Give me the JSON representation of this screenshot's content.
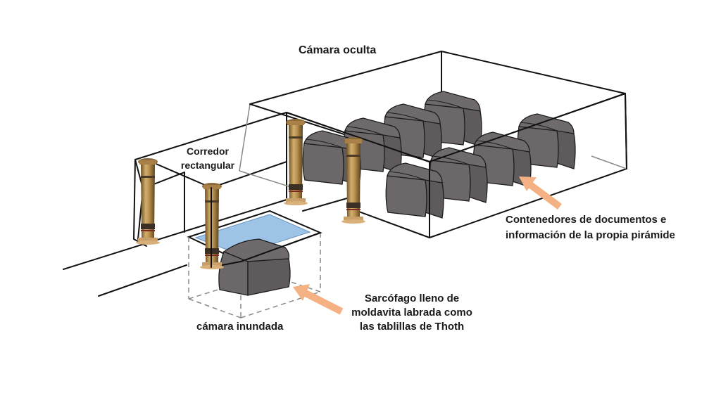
{
  "diagram": {
    "title": "Cámara oculta",
    "labels": {
      "hidden_chamber": "Cámara oculta",
      "corridor_line1": "Corredor",
      "corridor_line2": "rectangular",
      "flooded_chamber": "cámara inundada",
      "sarcophagus_line1": "Sarcófago lleno de",
      "sarcophagus_line2": "moldavita labrada como",
      "sarcophagus_line3": "las tablillas de Thoth",
      "containers_line1": "Contenedores de documentos e",
      "containers_line2": "información de la propia pirámide"
    },
    "elements": {
      "column_count": 4,
      "container_count": 9,
      "icons": [
        "egyptian-column-icon",
        "stone-container-icon",
        "arrow-icon",
        "water-pool-icon"
      ]
    },
    "colors": {
      "arrow": "#f4b183",
      "water": "#9dc3e6",
      "container": "#6c6869",
      "column": "#b08a4e",
      "line": "#111111"
    }
  }
}
